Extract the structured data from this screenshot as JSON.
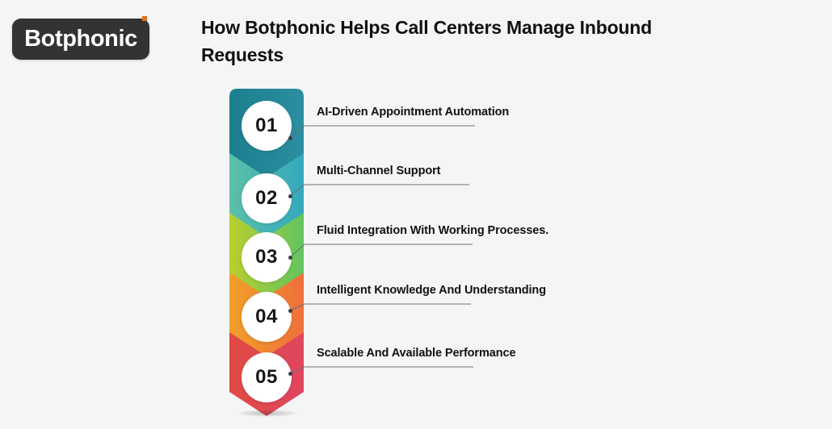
{
  "brand": {
    "name": "Botphonic",
    "badge_color": "#333333",
    "text_color": "#ffffff",
    "accent_color": "#e2701a",
    "dot_icon": "orange-square-dot"
  },
  "header": {
    "title": "How Botphonic Helps Call Centers Manage Inbound Requests"
  },
  "background_color": "#f5f5f5",
  "infographic": {
    "type": "numbered-chevron-list",
    "steps": [
      {
        "number": "01",
        "label": "AI-Driven Appointment Automation",
        "color_start": "#1d7f8e",
        "color_end": "#2a8fa0"
      },
      {
        "number": "02",
        "label": "Multi-Channel Support",
        "color_start": "#5cc0a8",
        "color_end": "#34a9bd"
      },
      {
        "number": "03",
        "label": "Fluid Integration With Working Processes.",
        "color_start": "#b9ce2e",
        "color_end": "#62c560"
      },
      {
        "number": "04",
        "label": "Intelligent Knowledge And Understanding",
        "color_start": "#f0a02a",
        "color_end": "#ef6f3c"
      },
      {
        "number": "05",
        "label": "Scalable And Available Performance",
        "color_start": "#e04a44",
        "color_end": "#e0465f"
      }
    ]
  }
}
